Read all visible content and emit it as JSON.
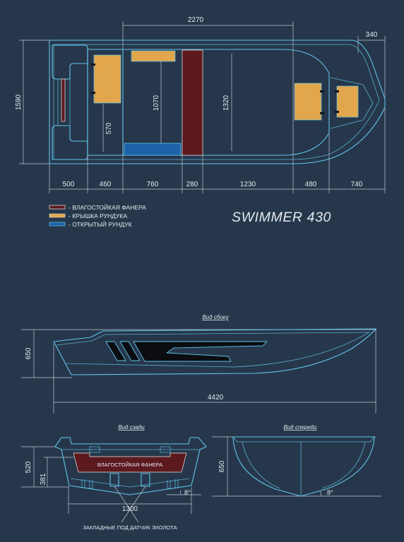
{
  "title": "SWIMMER 430",
  "colors": {
    "background": "#27374b",
    "outline": "#5fc4ea",
    "dimension": "#cfd6de",
    "plywood": "#5c1a1f",
    "hatch": "#e2a64c",
    "open_locker": "#1e62a8",
    "decal": "#0b0d11",
    "hinge": "#111318",
    "text": "#e4e9ef"
  },
  "top_view": {
    "dimensions": {
      "center_length": "2270",
      "bow_length": "340",
      "beam": "1590",
      "cockpit_width": "1070",
      "inner_width": "1320",
      "seat_width": "570"
    },
    "segments": [
      "500",
      "460",
      "760",
      "280",
      "1230",
      "480",
      "740"
    ]
  },
  "legend": [
    {
      "label": "- ВЛАГОСТОЙКАЯ ФАНЕРА",
      "color": "#5c1a1f"
    },
    {
      "label": "- КРЫШКА РУНДУКА",
      "color": "#e2a64c"
    },
    {
      "label": "- ОТКРЫТЫЙ РУНДУК",
      "color": "#1e62a8"
    }
  ],
  "side_view": {
    "caption": "Вид сбоку",
    "height": "650",
    "length": "4420"
  },
  "rear_view": {
    "caption": "Вид сзади",
    "height": "520",
    "transom_height": "381",
    "plywood_label": "ВЛАГОСТОЙКАЯ ФАНЕРА",
    "deadrise": "8°",
    "bottom_width": "1300",
    "sensor_mounts_label": "ЗАКЛАДНЫЕ ПОД ДАТЧИК ЭХОЛОТА"
  },
  "front_view": {
    "caption": "Вид спереди",
    "height": "650",
    "deadrise": "8°"
  }
}
